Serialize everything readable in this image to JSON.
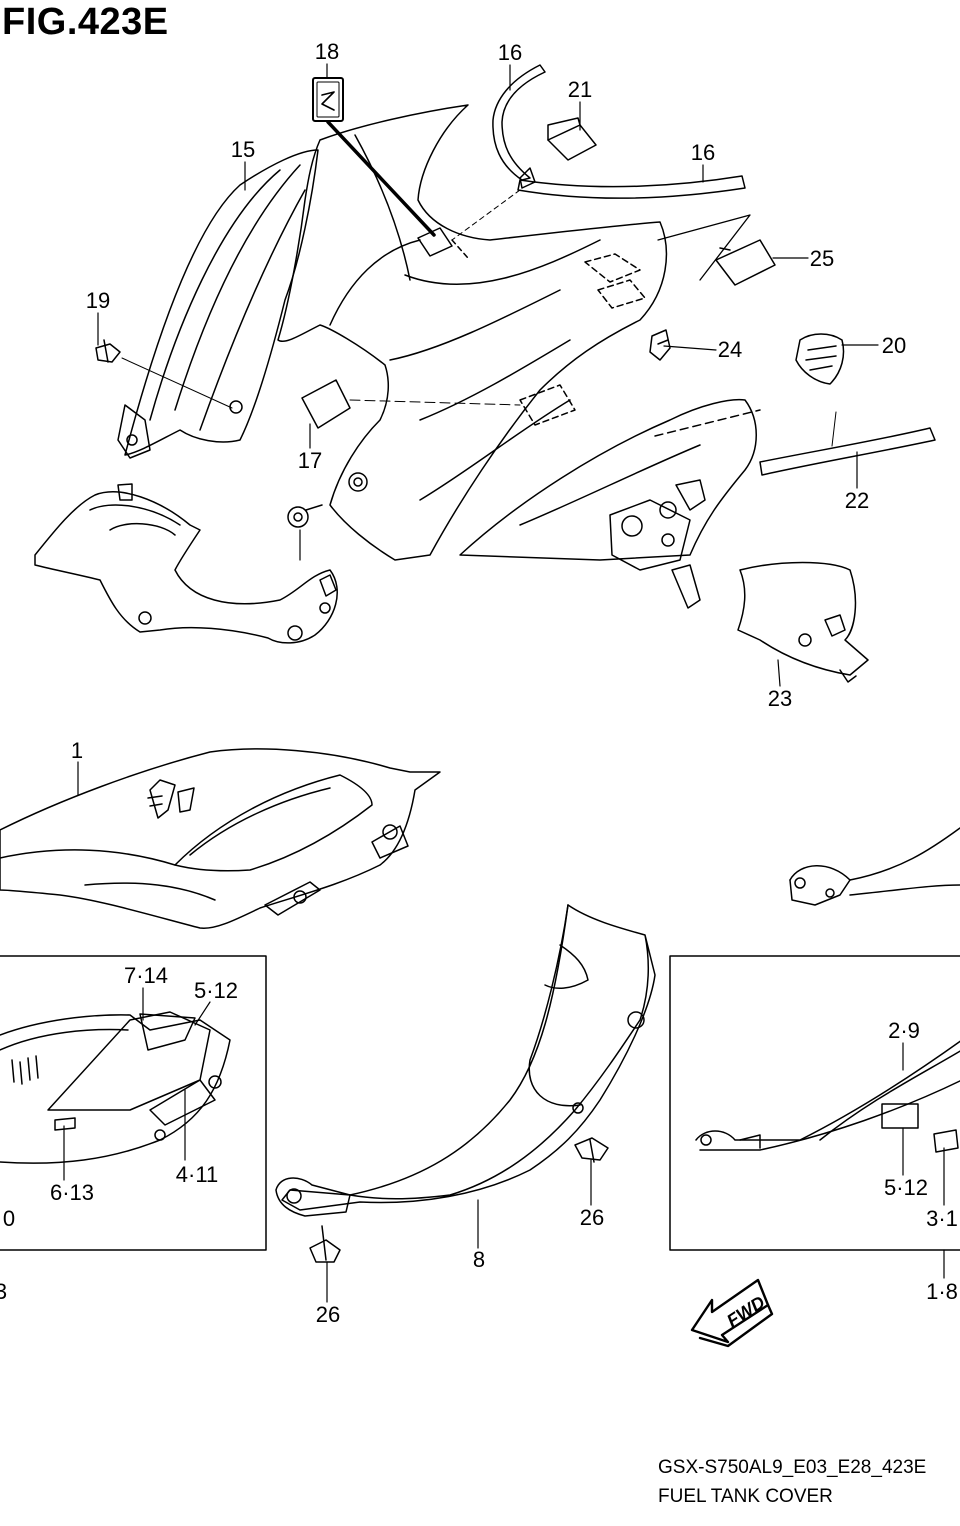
{
  "figure": {
    "title": "FIG.423E",
    "model_code": "GSX-S750AL9_E03_E28_423E",
    "caption": "FUEL TANK COVER",
    "fwd_label": "FWD"
  },
  "callouts": [
    {
      "id": "c1",
      "label": "1"
    },
    {
      "id": "c15",
      "label": "15"
    },
    {
      "id": "c16a",
      "label": "16"
    },
    {
      "id": "c16b",
      "label": "16"
    },
    {
      "id": "c17",
      "label": "17"
    },
    {
      "id": "c18",
      "label": "18"
    },
    {
      "id": "c19",
      "label": "19"
    },
    {
      "id": "c20",
      "label": "20"
    },
    {
      "id": "c21",
      "label": "21"
    },
    {
      "id": "c22",
      "label": "22"
    },
    {
      "id": "c23",
      "label": "23"
    },
    {
      "id": "c24",
      "label": "24"
    },
    {
      "id": "c25",
      "label": "25"
    },
    {
      "id": "c714",
      "label": "7·14"
    },
    {
      "id": "c512a",
      "label": "5·12"
    },
    {
      "id": "c411",
      "label": "4·11"
    },
    {
      "id": "c613",
      "label": "6·13"
    },
    {
      "id": "c0",
      "label": "0"
    },
    {
      "id": "c3l",
      "label": "3"
    },
    {
      "id": "c8",
      "label": "8"
    },
    {
      "id": "c26a",
      "label": "26"
    },
    {
      "id": "c26b",
      "label": "26"
    },
    {
      "id": "c29",
      "label": "2·9"
    },
    {
      "id": "c512b",
      "label": "5·12"
    },
    {
      "id": "c31",
      "label": "3·1"
    },
    {
      "id": "c18b",
      "label": "1·8"
    }
  ]
}
